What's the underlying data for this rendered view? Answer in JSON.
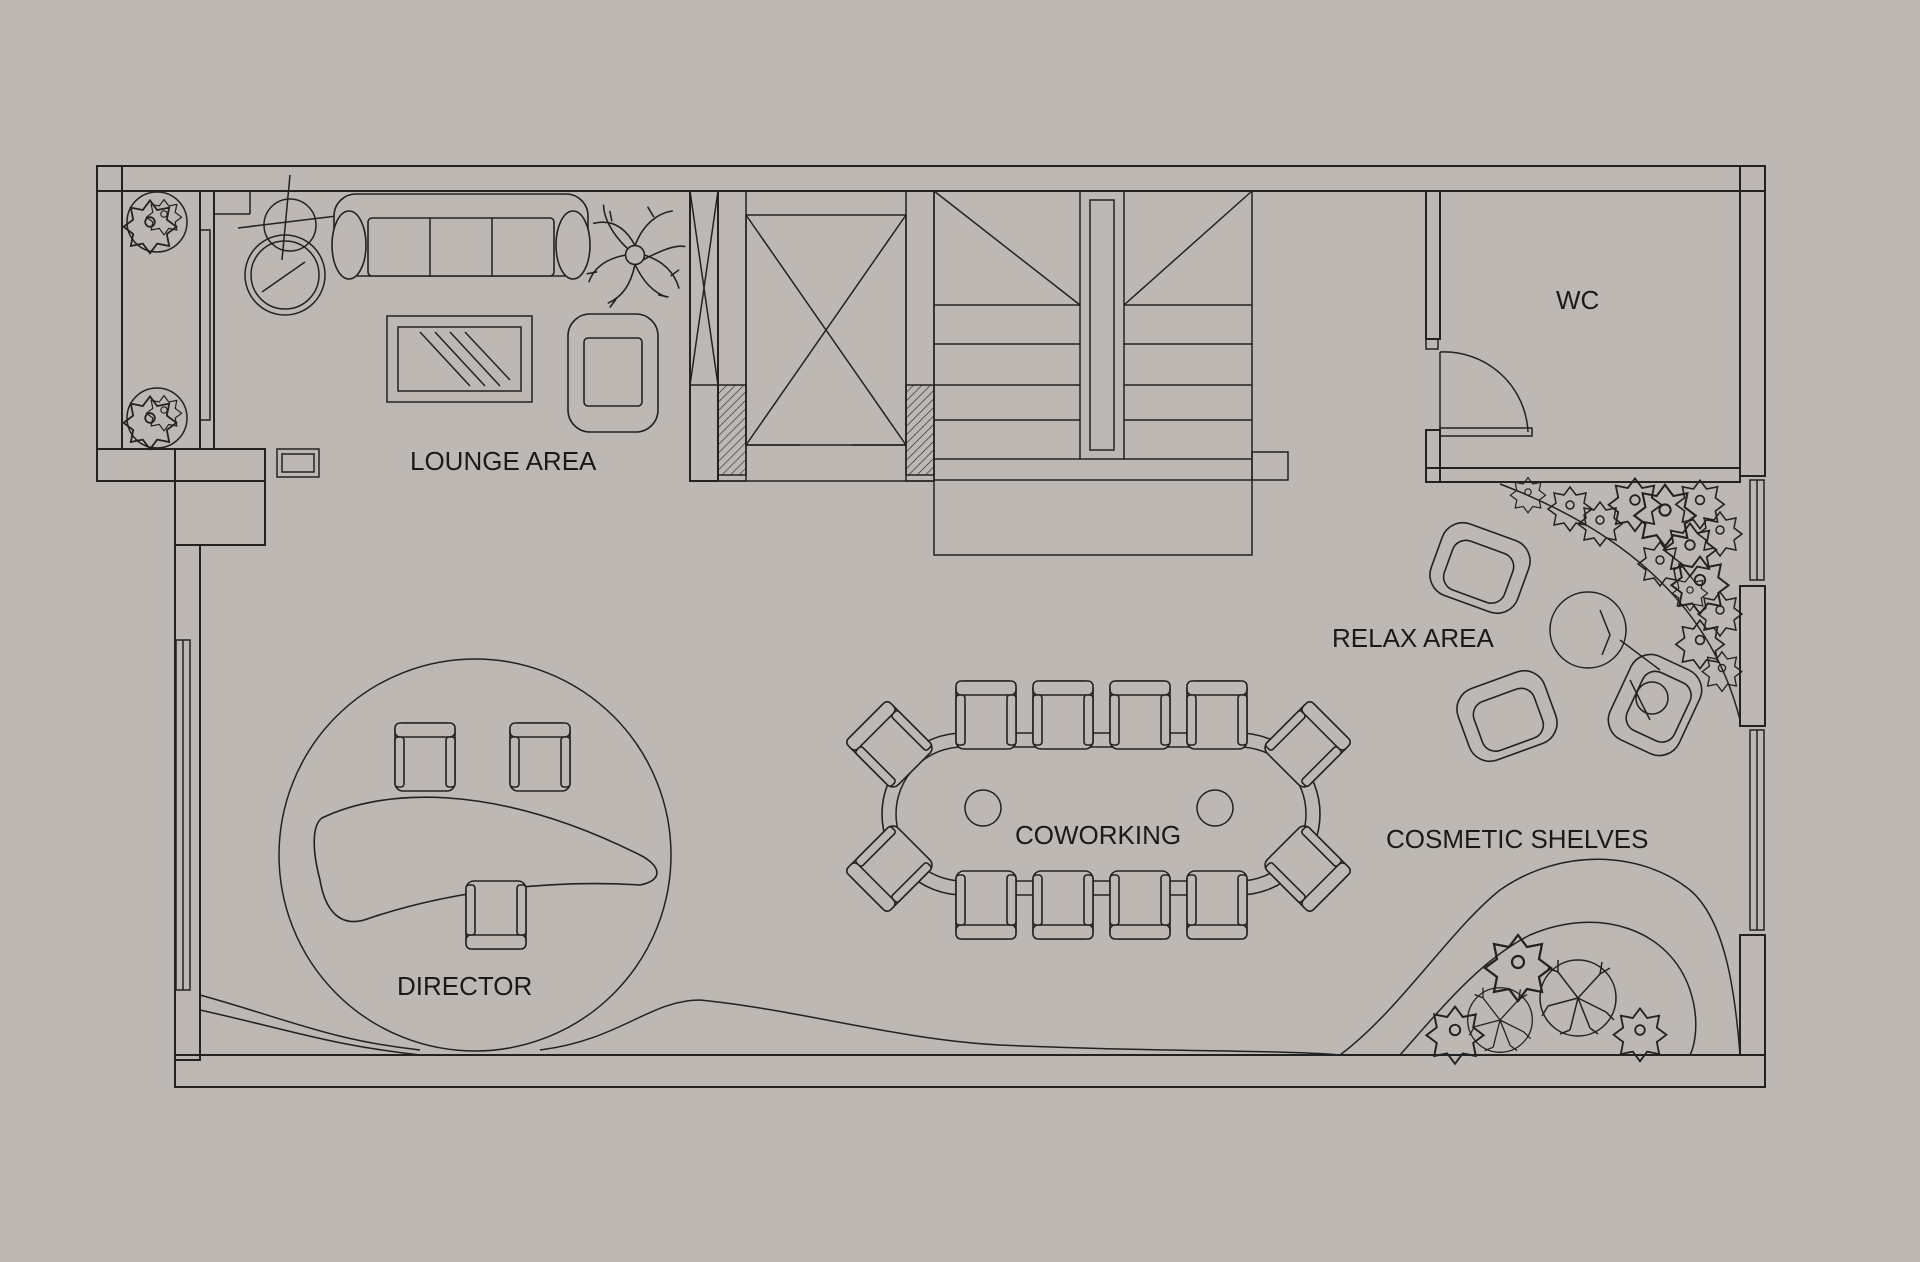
{
  "labels": {
    "lounge": "LOUNGE AREA",
    "wc": "WC",
    "relax": "RELAX AREA",
    "coworking": "COWORKING",
    "cosmetic": "COSMETIC SHELVES",
    "director": "DIRECTOR"
  },
  "colors": {
    "background": "#bdb8b3",
    "line": "#222222"
  }
}
